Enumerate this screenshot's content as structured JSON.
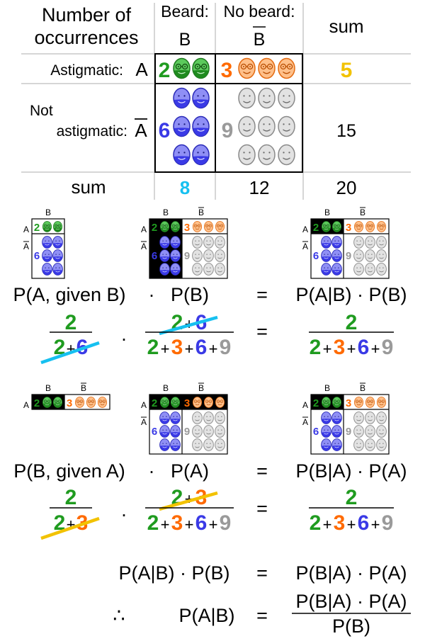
{
  "colors": {
    "green": "#1f9b1f",
    "orange": "#ff6a00",
    "blue": "#3a3ae6",
    "gray": "#9a9a9a",
    "yellow": "#f2c200",
    "cyan": "#16c0f0",
    "green_face": "#5cc95c",
    "orange_face": "#ffc08a",
    "blue_face": "#7b7bf0",
    "gray_face": "#e0e0e0"
  },
  "table": {
    "corner_line1": "Number of",
    "corner_line2": "occurrences",
    "col_b_title": "Beard:",
    "col_b_symbol": "B",
    "col_nb_title": "No beard:",
    "col_nb_symbol": "B",
    "col_sum": "sum",
    "row_a_label": "Astigmatic:",
    "row_a_symbol": "A",
    "row_na_line1": "Not",
    "row_na_line2": "astigmatic:",
    "row_na_symbol": "A",
    "row_sum": "sum",
    "cell_ab": "2",
    "cell_anb": "3",
    "cell_nab": "6",
    "cell_nanb": "9",
    "sum_a": "5",
    "sum_na": "15",
    "sum_b": "8",
    "sum_nb": "12",
    "total": "20"
  },
  "mini": {
    "b": "B",
    "nb": "B",
    "a": "A",
    "na": "A",
    "n2": "2",
    "n3": "3",
    "n6": "6",
    "n9": "9"
  },
  "section1": {
    "lhs1": "P(A, given B)",
    "dot": "·",
    "lhs2": "P(B)",
    "eq": "=",
    "rhs": "P(A|B) · P(B)",
    "f1_num": "2",
    "f1_den_a": "2",
    "f1_den_plus": "+",
    "f1_den_b": "6",
    "f2_num_a": "2",
    "f2_num_plus": "+",
    "f2_num_b": "6",
    "den_a": "2",
    "den_p1": "+",
    "den_b": "3",
    "den_p2": "+",
    "den_c": "6",
    "den_p3": "+",
    "den_d": "9",
    "f3_num": "2"
  },
  "section2": {
    "lhs1": "P(B, given A)",
    "dot": "·",
    "lhs2": "P(A)",
    "eq": "=",
    "rhs": "P(B|A) · P(A)",
    "f1_num": "2",
    "f1_den_a": "2",
    "f1_den_plus": "+",
    "f1_den_b": "3",
    "f2_num_a": "2",
    "f2_num_plus": "+",
    "f2_num_b": "3",
    "den_a": "2",
    "den_p1": "+",
    "den_b": "3",
    "den_p2": "+",
    "den_c": "6",
    "den_p3": "+",
    "den_d": "9",
    "f3_num": "2"
  },
  "conclusion": {
    "l1_lhs": "P(A|B) · P(B)",
    "l1_eq": "=",
    "l1_rhs": "P(B|A) · P(A)",
    "therefore": "∴",
    "l2_lhs": "P(A|B)",
    "l2_eq": "=",
    "l2_num": "P(B|A) · P(A)",
    "l2_den": "P(B)"
  }
}
